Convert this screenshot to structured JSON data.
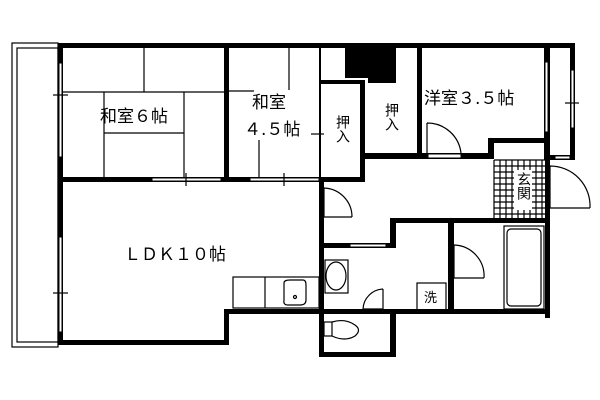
{
  "floor_plan": {
    "rooms": {
      "washitsu6": "和室６帖",
      "washitsu45_line1": "和室",
      "washitsu45_line2": "４.５帖",
      "oshiire1": "押入",
      "oshiire2": "押入",
      "youshitsu": "洋室３.５帖",
      "genkan": "玄関",
      "ldk": "ＬＤＫ１０帖",
      "washer": "洗"
    }
  }
}
